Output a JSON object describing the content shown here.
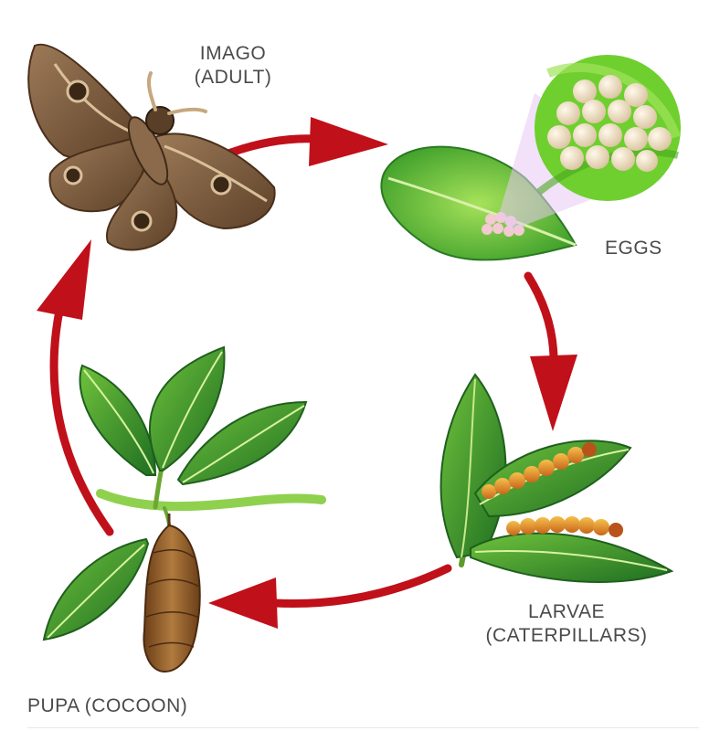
{
  "stages": {
    "imago": {
      "line1": "IMAGO",
      "line2": "(ADULT)"
    },
    "eggs": {
      "line1": "EGGS"
    },
    "larvae": {
      "line1": "LARVAE",
      "line2": "(CATERPILLARS)"
    },
    "pupa": {
      "line1": "PUPA (COCOON)"
    }
  },
  "colors": {
    "arrow": "#c0101a",
    "leaf_dark": "#2e8b2e",
    "leaf_light": "#8fd14f",
    "moth": "#7a5a3c",
    "egg": "#efe2c8",
    "caterpillar": "#e59a2a",
    "cocoon": "#8a5a2b",
    "label": "#4a4a4a"
  },
  "icons": [
    "moth-icon",
    "leaf-with-eggs-icon",
    "egg-cluster-magnifier-icon",
    "caterpillars-on-leaves-icon",
    "cocoon-on-branch-icon"
  ]
}
